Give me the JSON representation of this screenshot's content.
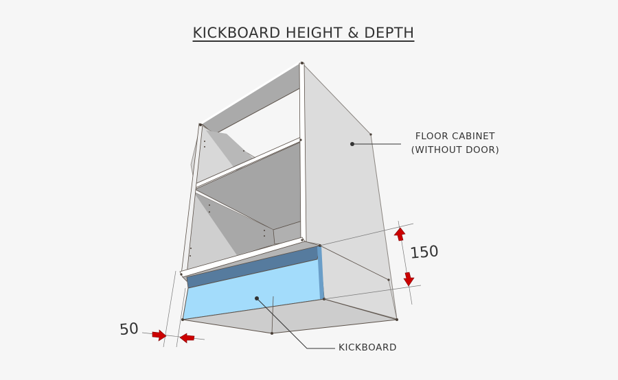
{
  "title": "KICKBOARD HEIGHT & DEPTH",
  "labels": {
    "floor_cabinet_line1": "FLOOR CABINET",
    "floor_cabinet_line2": "(WITHOUT DOOR)",
    "kickboard": "KICKBOARD"
  },
  "dimensions": {
    "kickboard_height": "150",
    "kickboard_depth": "50"
  },
  "colors": {
    "background": "#f6f6f6",
    "panel_light": "#dcdcdc",
    "panel_mid": "#b5b5b5",
    "panel_dark": "#a3a3a3",
    "kickboard_face": "#a3dcfb",
    "kickboard_top": "#567b9e",
    "arrow": "#cc0000",
    "text": "#333333"
  }
}
